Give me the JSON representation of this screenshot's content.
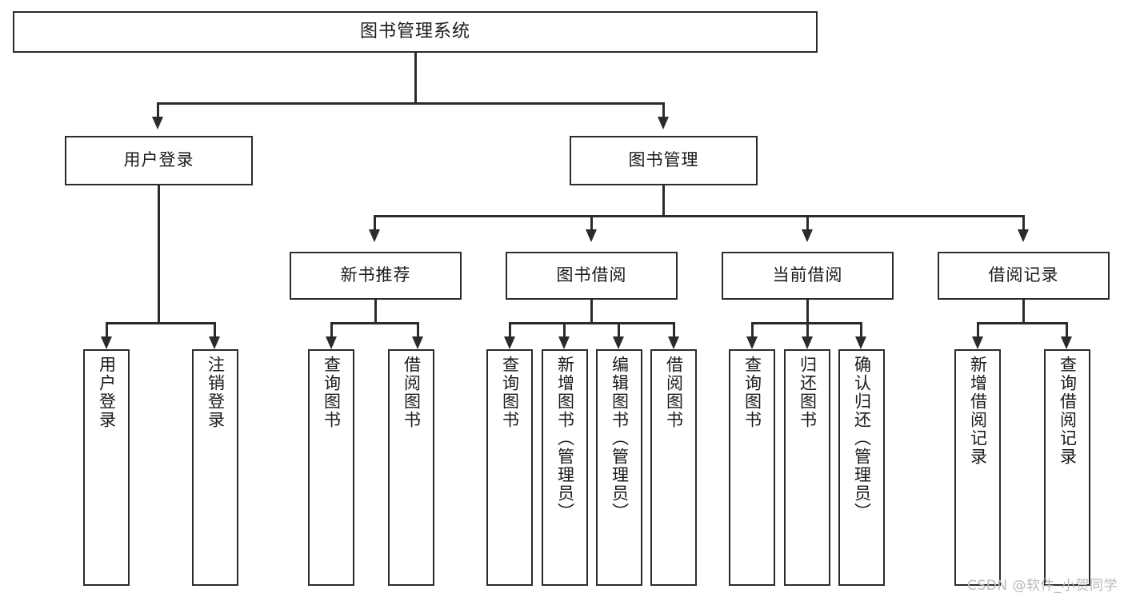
{
  "diagram": {
    "title": "图书管理系统",
    "watermark": "CSDN @软件_小贺同学",
    "root": {
      "label": "图书管理系统"
    },
    "level2": [
      {
        "label": "用户登录"
      },
      {
        "label": "图书管理"
      }
    ],
    "level3": [
      {
        "label": "新书推荐"
      },
      {
        "label": "图书借阅"
      },
      {
        "label": "当前借阅"
      },
      {
        "label": "借阅记录"
      }
    ],
    "leaves": {
      "user_login": [
        {
          "label": "用户登录"
        },
        {
          "label": "注销登录"
        }
      ],
      "new_book_recommend": [
        {
          "label": "查询图书"
        },
        {
          "label": "借阅图书"
        }
      ],
      "book_borrow": [
        {
          "label": "查询图书"
        },
        {
          "label": "新增图书（管理员）"
        },
        {
          "label": "编辑图书（管理员）"
        },
        {
          "label": "借阅图书"
        }
      ],
      "current_borrow": [
        {
          "label": "查询图书"
        },
        {
          "label": "归还图书"
        },
        {
          "label": "确认归还（管理员）"
        }
      ],
      "borrow_record": [
        {
          "label": "新增借阅记录"
        },
        {
          "label": "查询借阅记录"
        }
      ]
    },
    "colors": {
      "line": "#2b2b2b",
      "box_fill": "#ffffff",
      "text": "#1a1a1a",
      "watermark": "#b9b9b9"
    }
  }
}
